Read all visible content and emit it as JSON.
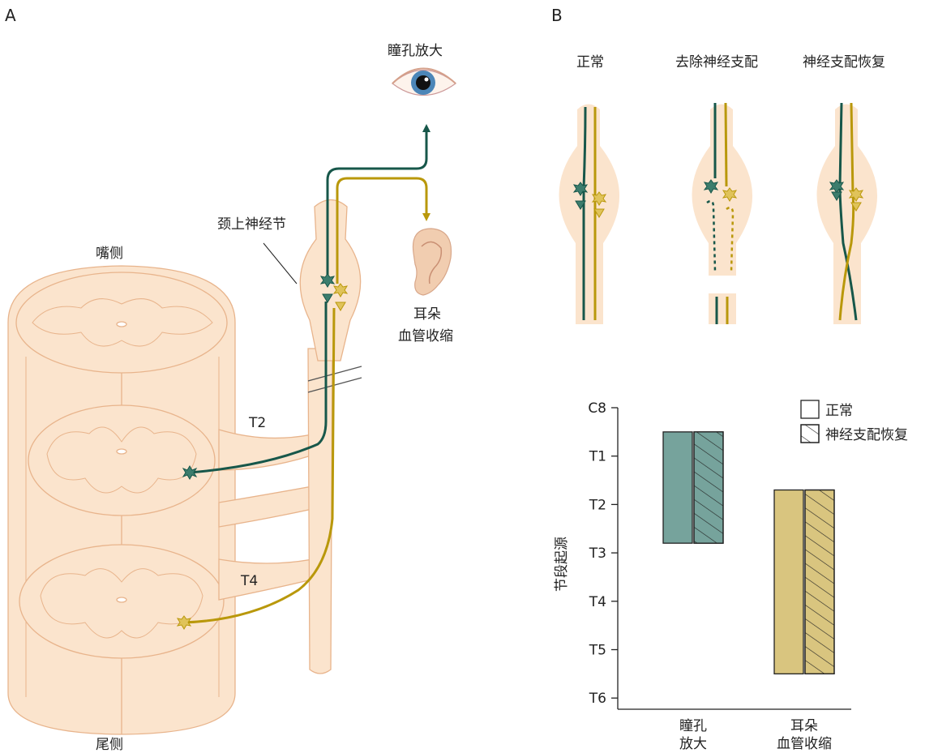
{
  "panel_a": {
    "panel_label": "A",
    "rostral_label": "嘴侧",
    "caudal_label": "尾侧",
    "ganglion_label": "颈上神经节",
    "segment_t2": "T2",
    "segment_t4": "T4",
    "eye_target_label": "瞳孔放大",
    "ear_target_line1": "耳朵",
    "ear_target_line2": "血管收缩"
  },
  "panel_b": {
    "panel_label": "B",
    "condition_normal": "正常",
    "condition_denervated": "去除神经支配",
    "condition_reinnervated": "神经支配恢复"
  },
  "colors": {
    "pupil_pathway": "#17574a",
    "ear_pathway": "#b9980b",
    "tissue": "#fbe4cd",
    "tissue_outline": "#e8b48c",
    "bar_teal": "#76a39c",
    "bar_gold": "#d9c57f"
  },
  "chart_data": {
    "type": "bar",
    "ylabel": "节段起源",
    "y_ticks": [
      "C8",
      "T1",
      "T2",
      "T3",
      "T4",
      "T5",
      "T6"
    ],
    "y_inverted": true,
    "categories": [
      {
        "line1": "瞳孔",
        "line2": "放大"
      },
      {
        "line1": "耳朵",
        "line2": "血管收缩"
      }
    ],
    "legend": [
      {
        "label": "正常",
        "pattern": "solid"
      },
      {
        "label": "神经支配恢复",
        "pattern": "hatched"
      }
    ],
    "legend_position": "top-right",
    "series": [
      {
        "label_ref": "正常",
        "pattern": "solid",
        "ranges": [
          {
            "from": 0.5,
            "to": 2.8,
            "color": "#76a39c"
          },
          {
            "from": 1.7,
            "to": 5.5,
            "color": "#d9c57f"
          }
        ]
      },
      {
        "label_ref": "神经支配恢复",
        "pattern": "hatched",
        "ranges": [
          {
            "from": 0.5,
            "to": 2.8,
            "color": "#76a39c"
          },
          {
            "from": 1.7,
            "to": 5.5,
            "color": "#d9c57f"
          }
        ]
      }
    ]
  }
}
